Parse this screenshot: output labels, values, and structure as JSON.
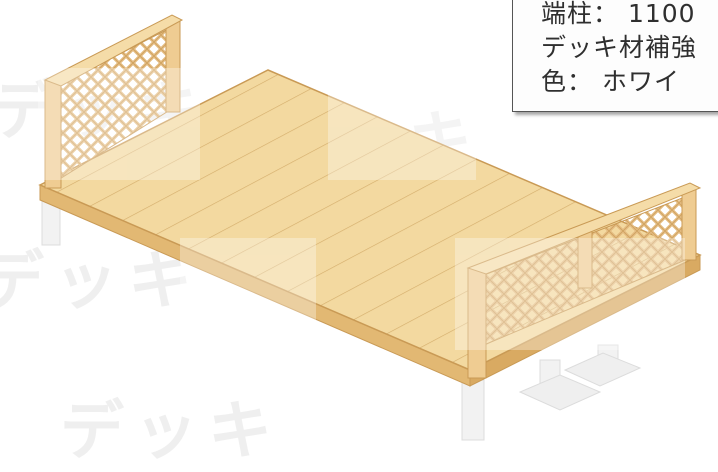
{
  "product_info": {
    "line1": "端柱： 1100",
    "line2": "デッキ材補強",
    "line3": "色： ホワイ"
  },
  "watermark": {
    "text": "デッキ"
  },
  "colors": {
    "wood_top": "#f3d9a0",
    "wood_edge": "#e6be7b",
    "wood_shade": "#d9aa62",
    "post_white": "#f4f4f4",
    "lattice": "#e8c38a"
  }
}
